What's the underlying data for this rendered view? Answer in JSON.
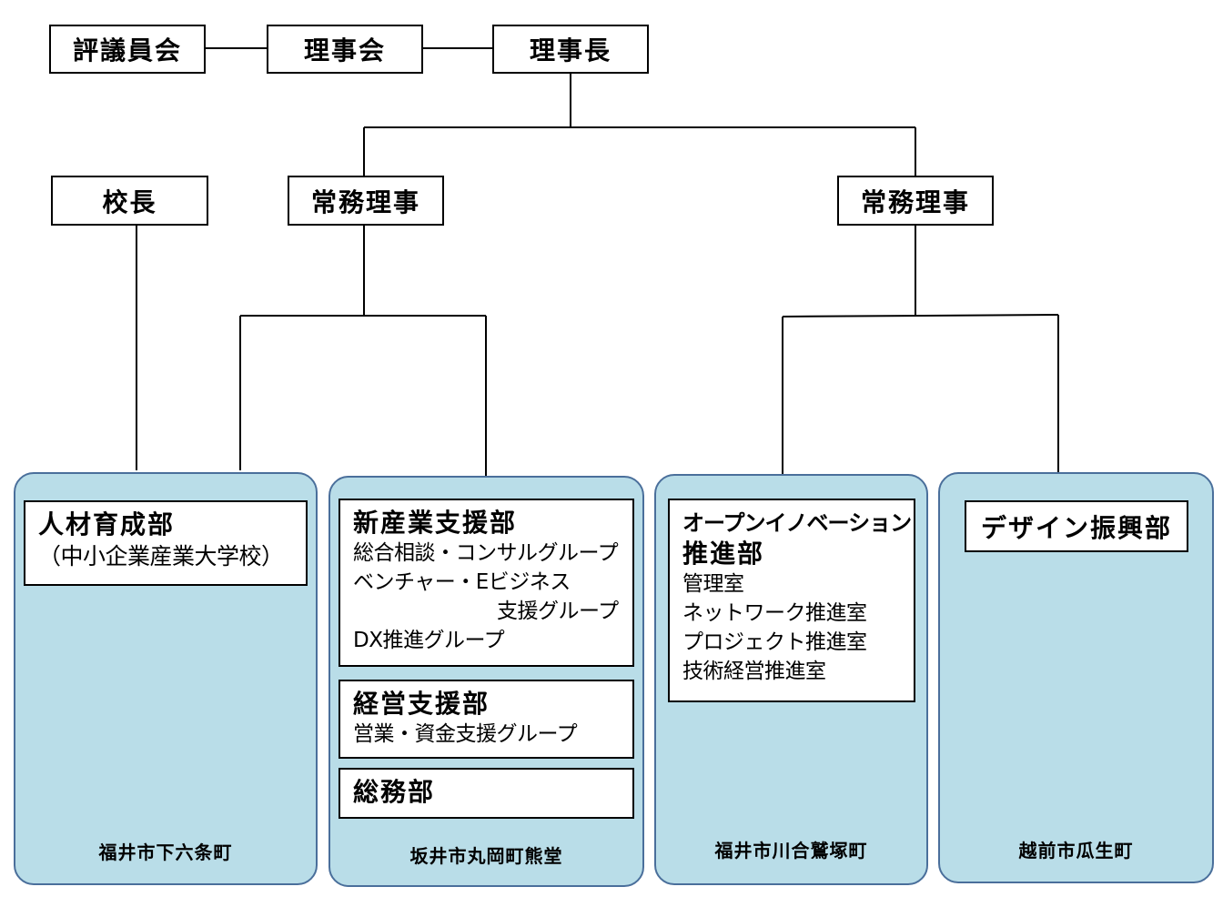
{
  "top": {
    "council": "評議員会",
    "board": "理事会",
    "chairman": "理事長"
  },
  "principal": "校長",
  "directors": {
    "left": "常務理事",
    "right": "常務理事"
  },
  "regions": [
    {
      "location": "福井市下六条町",
      "departments": [
        {
          "title": "人材育成部",
          "lines": [
            "（中小企業産業大学校）"
          ]
        }
      ]
    },
    {
      "location": "坂井市丸岡町熊堂",
      "departments": [
        {
          "title": "新産業支援部",
          "lines": [
            "総合相談・コンサルグループ",
            "ベンチャー・Eビジネス",
            "支援グループ",
            "DX推進グループ"
          ]
        },
        {
          "title": "経営支援部",
          "lines": [
            "営業・資金支援グループ"
          ]
        },
        {
          "title": "総務部",
          "lines": []
        }
      ]
    },
    {
      "location": "福井市川合鷲塚町",
      "departments": [
        {
          "title_line1": "オープンイノベーション",
          "title_line2": "推進部",
          "lines": [
            "管理室",
            "ネットワーク推進室",
            "プロジェクト推進室",
            "技術経営推進室"
          ]
        }
      ]
    },
    {
      "location": "越前市瓜生町",
      "departments": [
        {
          "title": "デザイン振興部",
          "lines": []
        }
      ]
    }
  ],
  "colors": {
    "region_fill": "#b9dde8",
    "region_border": "#4a6f9b",
    "line": "#000000"
  }
}
